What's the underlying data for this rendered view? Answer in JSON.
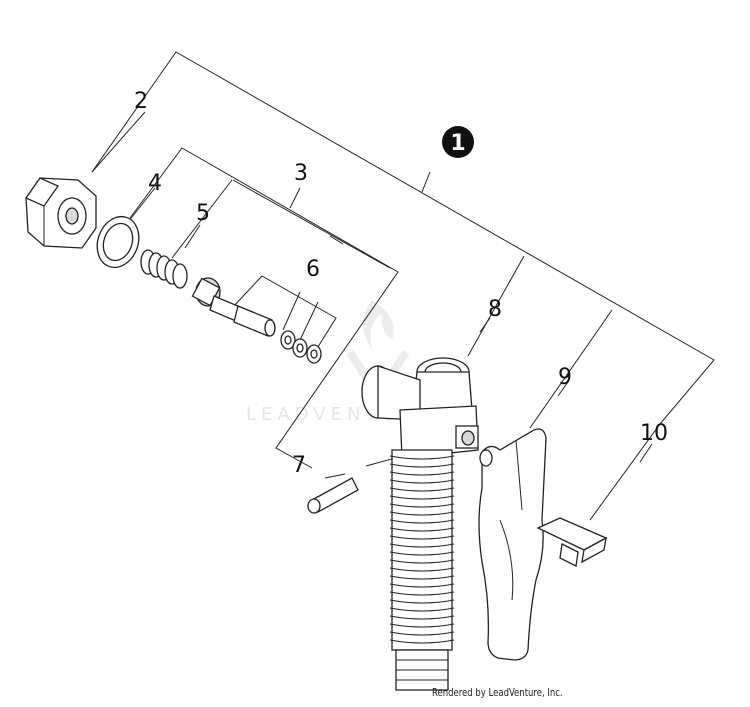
{
  "diagram": {
    "assembly_badge": "1",
    "callouts": [
      "2",
      "3",
      "4",
      "5",
      "6",
      "7",
      "8",
      "9",
      "10"
    ],
    "watermark": "LEADVENTURE",
    "credit": "Rendered by LeadVenture, Inc."
  }
}
